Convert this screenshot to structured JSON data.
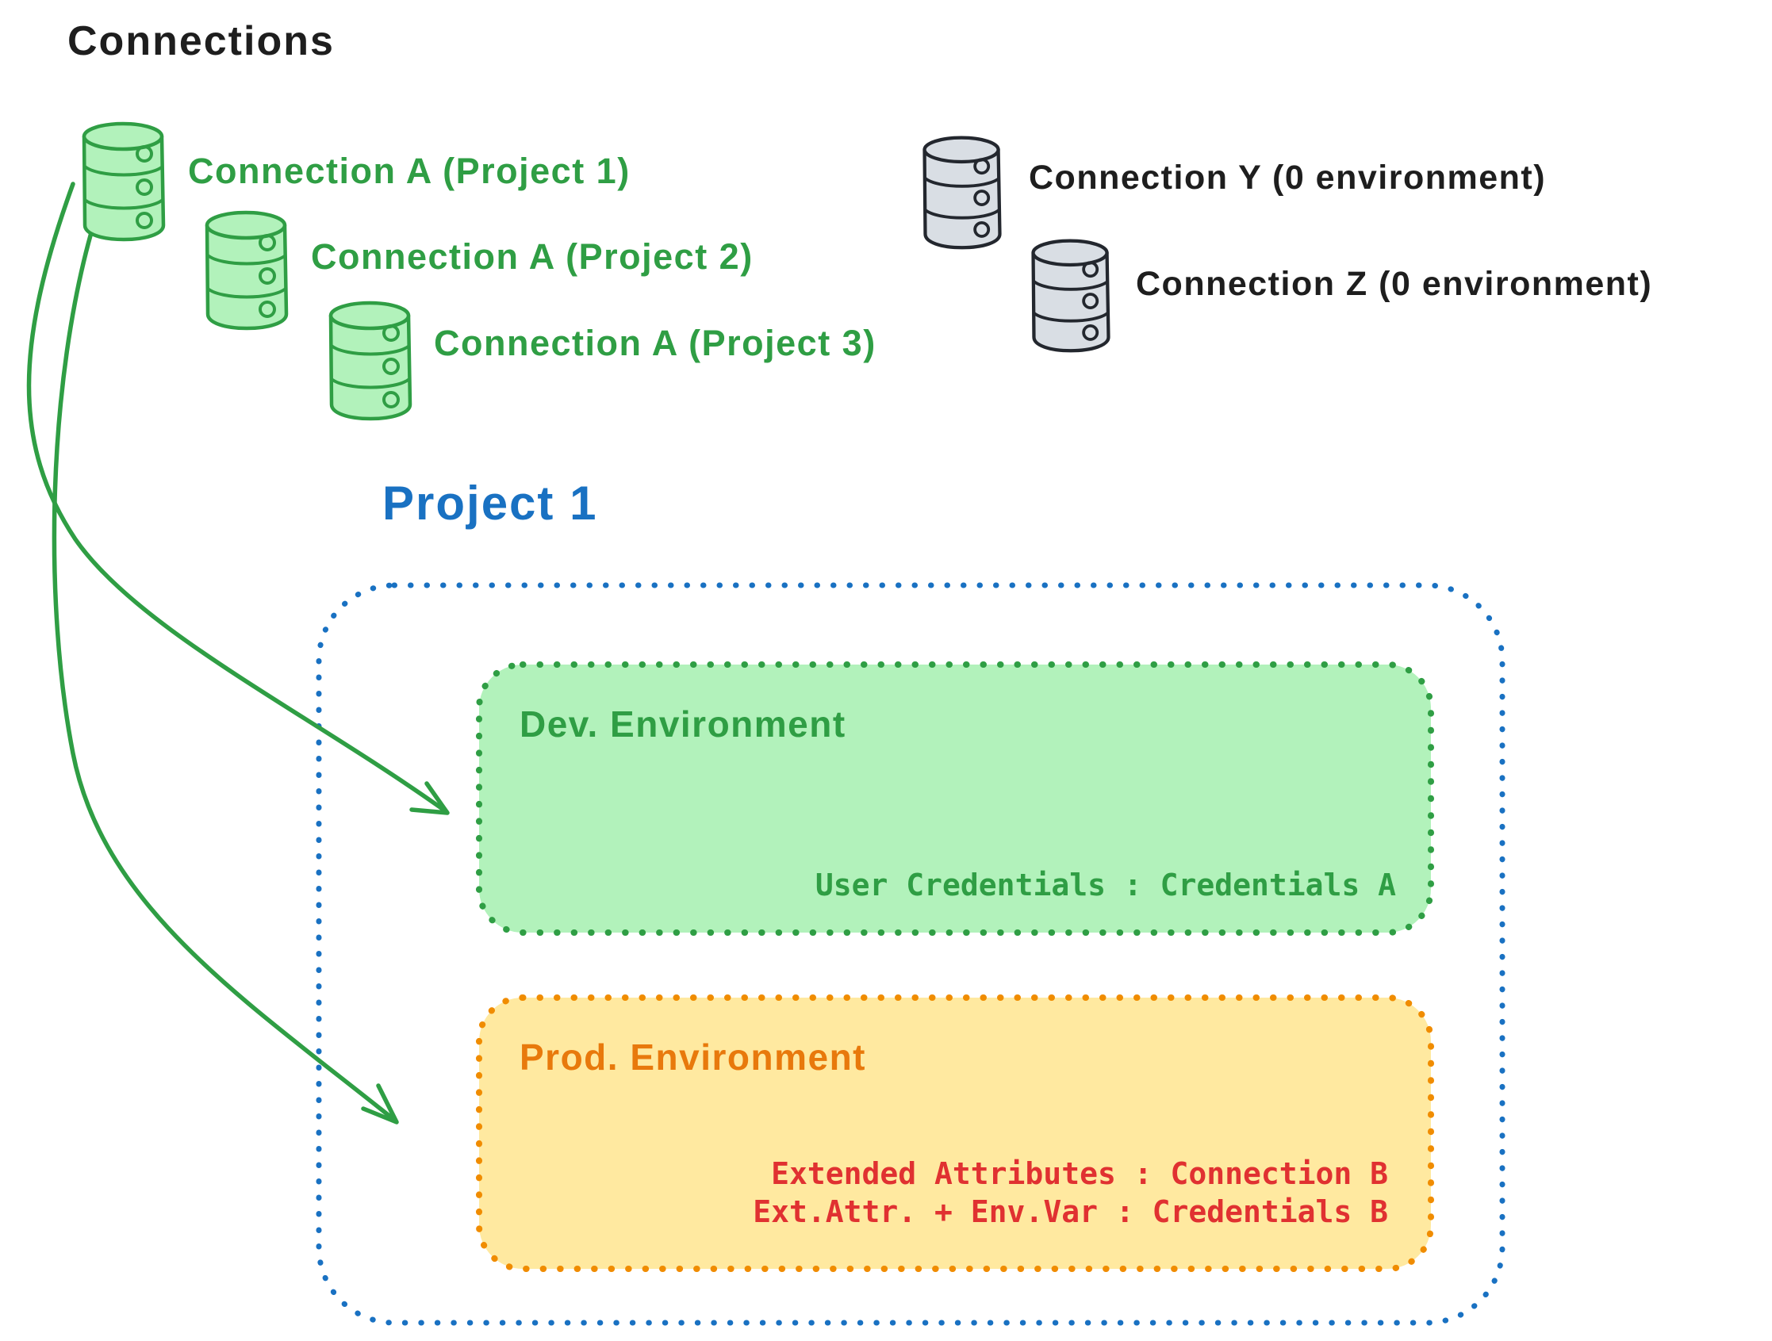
{
  "title": "Connections",
  "green_connections": [
    {
      "label": "Connection A (Project 1)"
    },
    {
      "label": "Connection A (Project 2)"
    },
    {
      "label": "Connection A (Project 3)"
    }
  ],
  "gray_connections": [
    {
      "label": "Connection Y (0 environment)"
    },
    {
      "label": "Connection Z (0 environment)"
    }
  ],
  "project": {
    "label": "Project 1",
    "dev_environment": {
      "title": "Dev. Environment",
      "credentials_line": "User Credentials : Credentials A"
    },
    "prod_environment": {
      "title": "Prod. Environment",
      "lines": [
        "Extended Attributes : Connection B",
        "Ext.Attr. + Env.Var : Credentials B"
      ]
    }
  },
  "colors": {
    "black": "#1e1e1e",
    "green_stroke": "#2f9e44",
    "green_fill": "#b2f2bb",
    "blue": "#1971c2",
    "orange_stroke": "#f08c00",
    "orange_text": "#e8790c",
    "yellow_fill": "#ffe9a0",
    "red_text": "#e03131",
    "gray_fill": "#d9dee4",
    "gray_stroke": "#23272e"
  }
}
